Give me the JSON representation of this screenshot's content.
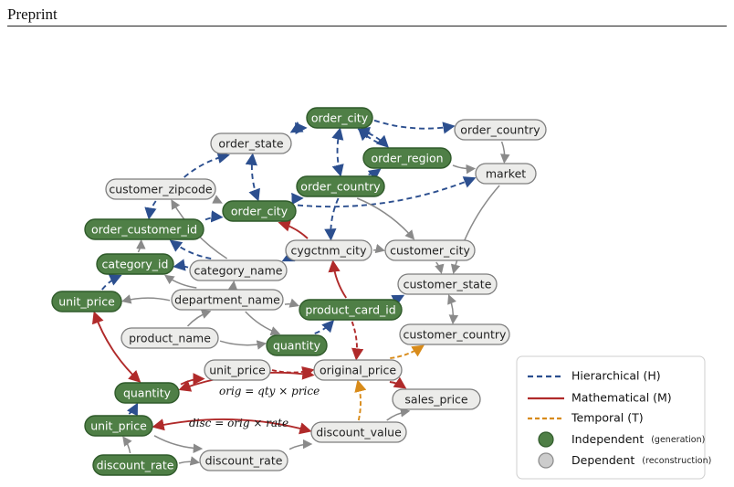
{
  "header": {
    "text": "Preprint"
  },
  "colors": {
    "hierarchical": "#2c4f8f",
    "mathematical": "#b02a2a",
    "temporal": "#d88b1a",
    "reconstruction": "#8a8a8a",
    "independent_fill": "#4f7f46",
    "dependent_fill": "#ececea"
  },
  "nodes": [
    {
      "id": "order_city_top",
      "label": "order_city",
      "kind": "independent"
    },
    {
      "id": "order_country_top",
      "label": "order_country",
      "kind": "dependent"
    },
    {
      "id": "order_state",
      "label": "order_state",
      "kind": "dependent"
    },
    {
      "id": "order_region",
      "label": "order_region",
      "kind": "independent"
    },
    {
      "id": "market",
      "label": "market",
      "kind": "dependent"
    },
    {
      "id": "customer_zipcode",
      "label": "customer_zipcode",
      "kind": "dependent"
    },
    {
      "id": "order_country_mid",
      "label": "order_country",
      "kind": "independent"
    },
    {
      "id": "order_city_mid",
      "label": "order_city",
      "kind": "independent"
    },
    {
      "id": "order_customer_id",
      "label": "order_customer_id",
      "kind": "independent"
    },
    {
      "id": "cygctnm_city",
      "label": "cygctnm_city",
      "kind": "dependent"
    },
    {
      "id": "customer_city",
      "label": "customer_city",
      "kind": "dependent"
    },
    {
      "id": "category_id",
      "label": "category_id",
      "kind": "independent"
    },
    {
      "id": "category_name",
      "label": "category_name",
      "kind": "dependent"
    },
    {
      "id": "customer_state",
      "label": "customer_state",
      "kind": "dependent"
    },
    {
      "id": "unit_price_left",
      "label": "unit_price",
      "kind": "independent"
    },
    {
      "id": "department_name",
      "label": "department_name",
      "kind": "dependent"
    },
    {
      "id": "product_card_id",
      "label": "product_card_id",
      "kind": "independent"
    },
    {
      "id": "product_name",
      "label": "product_name",
      "kind": "dependent"
    },
    {
      "id": "quantity_mid",
      "label": "quantity",
      "kind": "independent"
    },
    {
      "id": "customer_country",
      "label": "customer_country",
      "kind": "dependent"
    },
    {
      "id": "unit_price_mid",
      "label": "unit_price",
      "kind": "dependent"
    },
    {
      "id": "original_price",
      "label": "original_price",
      "kind": "dependent"
    },
    {
      "id": "quantity_low",
      "label": "quantity",
      "kind": "independent"
    },
    {
      "id": "sales_price",
      "label": "sales_price",
      "kind": "dependent"
    },
    {
      "id": "unit_price_low",
      "label": "unit_price",
      "kind": "independent"
    },
    {
      "id": "discount_value",
      "label": "discount_value",
      "kind": "dependent"
    },
    {
      "id": "discount_rate_left",
      "label": "discount_rate",
      "kind": "independent"
    },
    {
      "id": "discount_rate_right",
      "label": "discount_rate",
      "kind": "dependent"
    }
  ],
  "edges": [
    {
      "from": "order_state",
      "to": "order_city_top",
      "type": "hierarchical",
      "bidir": true
    },
    {
      "from": "order_city_top",
      "to": "order_country_top",
      "type": "hierarchical"
    },
    {
      "from": "order_city_top",
      "to": "order_region",
      "type": "hierarchical",
      "bidir": true
    },
    {
      "from": "order_city_top",
      "to": "order_country_mid",
      "type": "hierarchical",
      "bidir": true
    },
    {
      "from": "order_country_top",
      "to": "market",
      "type": "reconstruction"
    },
    {
      "from": "order_region",
      "to": "market",
      "type": "reconstruction"
    },
    {
      "from": "order_region",
      "to": "order_city_top",
      "type": "hierarchical"
    },
    {
      "from": "order_country_mid",
      "to": "order_region",
      "type": "hierarchical"
    },
    {
      "from": "customer_zipcode",
      "to": "order_state",
      "type": "hierarchical"
    },
    {
      "from": "customer_zipcode",
      "to": "order_customer_id",
      "type": "hierarchical"
    },
    {
      "from": "customer_zipcode",
      "to": "order_city_mid",
      "type": "reconstruction"
    },
    {
      "from": "order_state",
      "to": "order_city_mid",
      "type": "hierarchical",
      "bidir": true
    },
    {
      "from": "order_city_mid",
      "to": "order_country_mid",
      "type": "hierarchical"
    },
    {
      "from": "order_city_mid",
      "to": "market",
      "type": "hierarchical"
    },
    {
      "from": "order_customer_id",
      "to": "order_city_mid",
      "type": "hierarchical"
    },
    {
      "from": "order_country_mid",
      "to": "cygctnm_city",
      "type": "hierarchical"
    },
    {
      "from": "order_country_mid",
      "to": "customer_city",
      "type": "reconstruction"
    },
    {
      "from": "cygctnm_city",
      "to": "order_city_mid",
      "type": "mathematical"
    },
    {
      "from": "cygctnm_city",
      "to": "customer_city",
      "type": "reconstruction"
    },
    {
      "from": "market",
      "to": "customer_state",
      "type": "reconstruction"
    },
    {
      "from": "customer_city",
      "to": "customer_state",
      "type": "reconstruction"
    },
    {
      "from": "category_name",
      "to": "category_id",
      "type": "hierarchical"
    },
    {
      "from": "category_name",
      "to": "order_customer_id",
      "type": "hierarchical"
    },
    {
      "from": "category_name",
      "to": "cygctnm_city",
      "type": "hierarchical"
    },
    {
      "from": "category_name",
      "to": "customer_zipcode",
      "type": "reconstruction"
    },
    {
      "from": "category_id",
      "to": "order_customer_id",
      "type": "reconstruction"
    },
    {
      "from": "unit_price_left",
      "to": "category_id",
      "type": "hierarchical"
    },
    {
      "from": "department_name",
      "to": "unit_price_left",
      "type": "reconstruction"
    },
    {
      "from": "department_name",
      "to": "category_id",
      "type": "reconstruction"
    },
    {
      "from": "department_name",
      "to": "category_name",
      "type": "reconstruction"
    },
    {
      "from": "department_name",
      "to": "product_card_id",
      "type": "reconstruction"
    },
    {
      "from": "department_name",
      "to": "quantity_mid",
      "type": "reconstruction"
    },
    {
      "from": "product_name",
      "to": "department_name",
      "type": "reconstruction"
    },
    {
      "from": "product_name",
      "to": "quantity_mid",
      "type": "reconstruction"
    },
    {
      "from": "product_card_id",
      "to": "cygctnm_city",
      "type": "mathematical"
    },
    {
      "from": "product_card_id",
      "to": "customer_state",
      "type": "hierarchical"
    },
    {
      "from": "product_card_id",
      "to": "original_price",
      "type": "mathematical",
      "dashed": true
    },
    {
      "from": "quantity_mid",
      "to": "product_card_id",
      "type": "hierarchical"
    },
    {
      "from": "customer_state",
      "to": "customer_country",
      "type": "reconstruction",
      "bidir": true
    },
    {
      "from": "unit_price_left",
      "to": "quantity_low",
      "type": "mathematical",
      "bidir": true
    },
    {
      "from": "quantity_low",
      "to": "unit_price_mid",
      "type": "mathematical"
    },
    {
      "from": "unit_price_mid",
      "to": "original_price",
      "type": "mathematical",
      "dashed": true
    },
    {
      "from": "quantity_low",
      "to": "original_price",
      "type": "mathematical",
      "bidir": true
    },
    {
      "from": "original_price",
      "to": "customer_country",
      "type": "temporal"
    },
    {
      "from": "original_price",
      "to": "sales_price",
      "type": "mathematical"
    },
    {
      "from": "discount_value",
      "to": "original_price",
      "type": "temporal"
    },
    {
      "from": "discount_value",
      "to": "sales_price",
      "type": "reconstruction"
    },
    {
      "from": "unit_price_low",
      "to": "quantity_low",
      "type": "hierarchical"
    },
    {
      "from": "unit_price_low",
      "to": "discount_value",
      "type": "mathematical",
      "bidir": true
    },
    {
      "from": "discount_rate_left",
      "to": "unit_price_low",
      "type": "reconstruction"
    },
    {
      "from": "discount_rate_left",
      "to": "discount_rate_right",
      "type": "reconstruction"
    },
    {
      "from": "unit_price_low",
      "to": "discount_rate_right",
      "type": "reconstruction"
    },
    {
      "from": "discount_rate_right",
      "to": "discount_value",
      "type": "reconstruction"
    }
  ],
  "equations": [
    {
      "id": "orig_eq",
      "text": "orig = qty × price"
    },
    {
      "id": "disc_eq",
      "text": "disc = orig × rate"
    }
  ],
  "legend": {
    "hierarchical": "Hierarchical (H)",
    "mathematical": "Mathematical (M)",
    "temporal": "Temporal (T)",
    "independent": "Independent",
    "independent_note": "(generation)",
    "dependent": "Dependent",
    "dependent_note": "(reconstruction)"
  }
}
